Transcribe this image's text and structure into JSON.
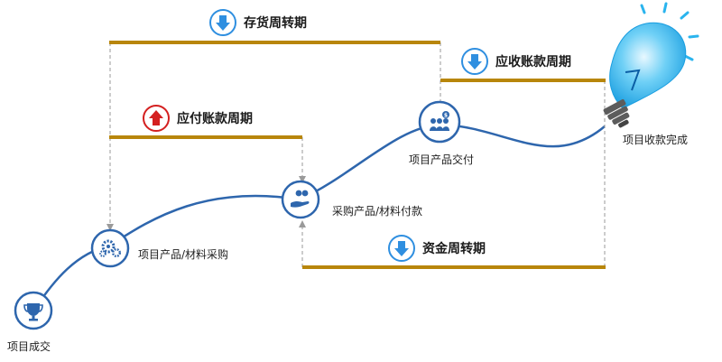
{
  "colors": {
    "curve": "#2e66ad",
    "bar": "#b8860b",
    "dash": "#9a9a9a",
    "node_stroke": "#2e66ad",
    "node_fill": "#ffffff",
    "arrow_down": "#2f8fe0",
    "arrow_up": "#d42020",
    "bulb": "#2ab4ee"
  },
  "nodes": {
    "deal": "项目成交",
    "procure": "项目产品/材料采购",
    "pay": "采购产品/材料付款",
    "deliver": "项目产品交付",
    "collect": "项目收款完成"
  },
  "periods": {
    "inventory": "存货周转期",
    "receivable": "应收账款周期",
    "payable": "应付账款周期",
    "cash": "资金周转期"
  },
  "icons": {
    "deal": "trophy-icon",
    "procure": "gears-icon",
    "pay": "hand-coins-icon",
    "deliver": "team-dollar-icon",
    "collect": "lightbulb-icon",
    "inventory": "arrow-down-icon",
    "receivable": "arrow-down-icon",
    "payable": "arrow-up-icon",
    "cash": "arrow-down-icon"
  }
}
